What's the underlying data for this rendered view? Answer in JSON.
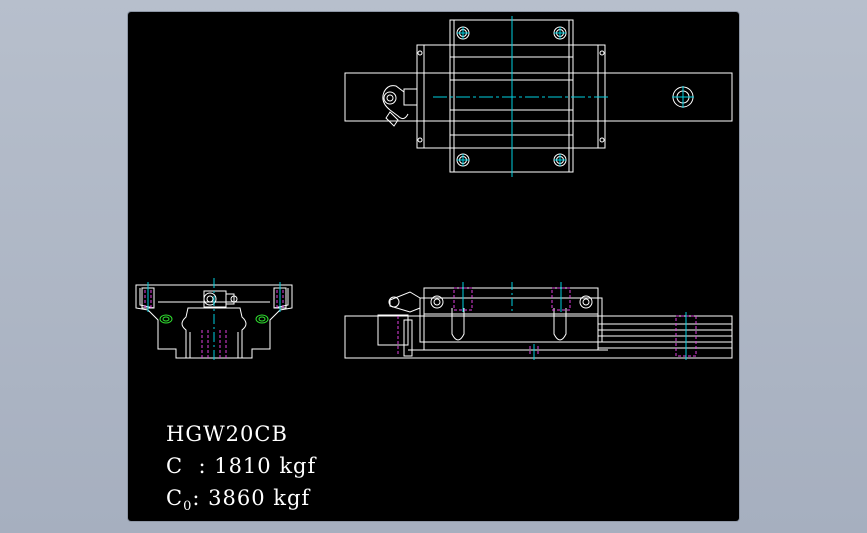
{
  "model": "HGW20CB",
  "dynamic_load": {
    "symbol": "C",
    "separator": ":",
    "value": "1810 kgf"
  },
  "static_load": {
    "symbol": "C",
    "subscript": "0",
    "separator": ":",
    "value": "3860 kgf"
  },
  "colors": {
    "background": "#000000",
    "outline": "#ffffff",
    "centerline": "#00d0e0",
    "hidden": "#e040e0",
    "seal": "#30e030"
  }
}
